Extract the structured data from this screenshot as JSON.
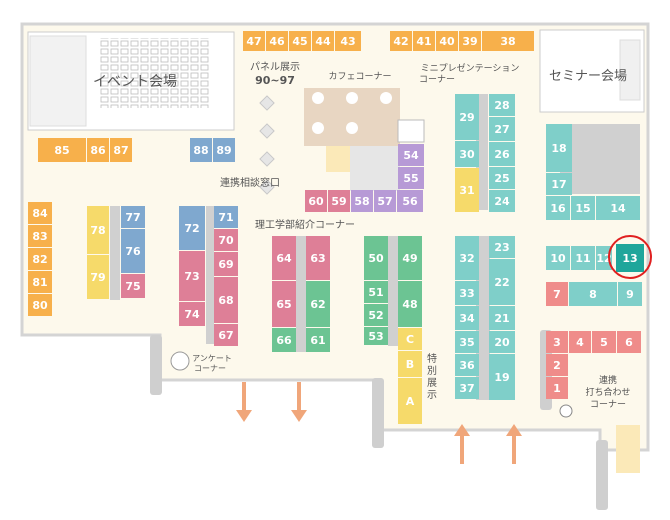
{
  "colors": {
    "orange": "#f7b04b",
    "yellow": "#f6da6a",
    "blue": "#7fa8cf",
    "pink": "#de7f97",
    "green": "#6cc493",
    "teal": "#7fcfc9",
    "coral": "#ef8c8a",
    "lavender": "#b79ad6",
    "floor": "#fdf9ec",
    "wall": "#d8d8d8",
    "highlight": "#e02020",
    "selected": "#1fa69b"
  },
  "labels": {
    "event_hall": "イベント会場",
    "seminar_hall": "セミナー会場",
    "panel_line1": "パネル展示",
    "panel_line2": "90~97",
    "cafe": "カフェコーナー",
    "mini_pres_1": "ミニプレゼンテーション",
    "mini_pres_2": "コーナー",
    "consult": "連携相談窓口",
    "science": "理工学部紹介コーナー",
    "survey_1": "アンケート",
    "survey_2": "コーナー",
    "special": [
      "特",
      "別",
      "展",
      "示"
    ],
    "meeting_1": "連携",
    "meeting_2": "打ち合わせ",
    "meeting_3": "コーナー"
  },
  "selected_booth": "13",
  "booths": [
    {
      "id": "47",
      "c": "orange"
    },
    {
      "id": "46",
      "c": "orange"
    },
    {
      "id": "45",
      "c": "orange"
    },
    {
      "id": "44",
      "c": "orange"
    },
    {
      "id": "43",
      "c": "orange"
    },
    {
      "id": "42",
      "c": "orange"
    },
    {
      "id": "41",
      "c": "orange"
    },
    {
      "id": "40",
      "c": "orange"
    },
    {
      "id": "39",
      "c": "orange"
    },
    {
      "id": "38",
      "c": "orange"
    },
    {
      "id": "85",
      "c": "orange"
    },
    {
      "id": "86",
      "c": "orange"
    },
    {
      "id": "87",
      "c": "orange"
    },
    {
      "id": "88",
      "c": "blue"
    },
    {
      "id": "89",
      "c": "blue"
    },
    {
      "id": "84",
      "c": "orange"
    },
    {
      "id": "83",
      "c": "orange"
    },
    {
      "id": "82",
      "c": "orange"
    },
    {
      "id": "81",
      "c": "orange"
    },
    {
      "id": "80",
      "c": "orange"
    },
    {
      "id": "78",
      "c": "yellow"
    },
    {
      "id": "79",
      "c": "yellow"
    },
    {
      "id": "77",
      "c": "blue"
    },
    {
      "id": "76",
      "c": "blue"
    },
    {
      "id": "75",
      "c": "pink"
    },
    {
      "id": "72",
      "c": "blue"
    },
    {
      "id": "73",
      "c": "pink"
    },
    {
      "id": "74",
      "c": "pink"
    },
    {
      "id": "71",
      "c": "blue"
    },
    {
      "id": "70",
      "c": "pink"
    },
    {
      "id": "69",
      "c": "pink"
    },
    {
      "id": "68",
      "c": "pink"
    },
    {
      "id": "67",
      "c": "pink"
    },
    {
      "id": "64",
      "c": "pink"
    },
    {
      "id": "65",
      "c": "pink"
    },
    {
      "id": "66",
      "c": "green"
    },
    {
      "id": "63",
      "c": "pink"
    },
    {
      "id": "62",
      "c": "green"
    },
    {
      "id": "61",
      "c": "green"
    },
    {
      "id": "60",
      "c": "pink"
    },
    {
      "id": "59",
      "c": "pink"
    },
    {
      "id": "58",
      "c": "lavender"
    },
    {
      "id": "57",
      "c": "lavender"
    },
    {
      "id": "56",
      "c": "lavender"
    },
    {
      "id": "55",
      "c": "lavender"
    },
    {
      "id": "54",
      "c": "lavender"
    },
    {
      "id": "50",
      "c": "green"
    },
    {
      "id": "51",
      "c": "green"
    },
    {
      "id": "52",
      "c": "green"
    },
    {
      "id": "53",
      "c": "green"
    },
    {
      "id": "49",
      "c": "green"
    },
    {
      "id": "48",
      "c": "green"
    },
    {
      "id": "C",
      "c": "yellow"
    },
    {
      "id": "B",
      "c": "yellow"
    },
    {
      "id": "A",
      "c": "yellow"
    },
    {
      "id": "29",
      "c": "teal"
    },
    {
      "id": "30",
      "c": "teal"
    },
    {
      "id": "31",
      "c": "yellow"
    },
    {
      "id": "28",
      "c": "teal"
    },
    {
      "id": "27",
      "c": "teal"
    },
    {
      "id": "26",
      "c": "teal"
    },
    {
      "id": "25",
      "c": "teal"
    },
    {
      "id": "24",
      "c": "teal"
    },
    {
      "id": "32",
      "c": "teal"
    },
    {
      "id": "33",
      "c": "teal"
    },
    {
      "id": "34",
      "c": "teal"
    },
    {
      "id": "35",
      "c": "teal"
    },
    {
      "id": "36",
      "c": "teal"
    },
    {
      "id": "37",
      "c": "teal"
    },
    {
      "id": "23",
      "c": "teal"
    },
    {
      "id": "22",
      "c": "teal"
    },
    {
      "id": "21",
      "c": "teal"
    },
    {
      "id": "20",
      "c": "teal"
    },
    {
      "id": "19",
      "c": "teal"
    },
    {
      "id": "18",
      "c": "teal"
    },
    {
      "id": "17",
      "c": "teal"
    },
    {
      "id": "16",
      "c": "teal"
    },
    {
      "id": "15",
      "c": "teal"
    },
    {
      "id": "14",
      "c": "teal"
    },
    {
      "id": "10",
      "c": "teal"
    },
    {
      "id": "11",
      "c": "teal"
    },
    {
      "id": "12",
      "c": "teal"
    },
    {
      "id": "13",
      "c": "teal"
    },
    {
      "id": "7",
      "c": "coral"
    },
    {
      "id": "8",
      "c": "teal"
    },
    {
      "id": "9",
      "c": "teal"
    },
    {
      "id": "3",
      "c": "coral"
    },
    {
      "id": "4",
      "c": "coral"
    },
    {
      "id": "5",
      "c": "coral"
    },
    {
      "id": "6",
      "c": "coral"
    },
    {
      "id": "2",
      "c": "coral"
    },
    {
      "id": "1",
      "c": "coral"
    }
  ]
}
